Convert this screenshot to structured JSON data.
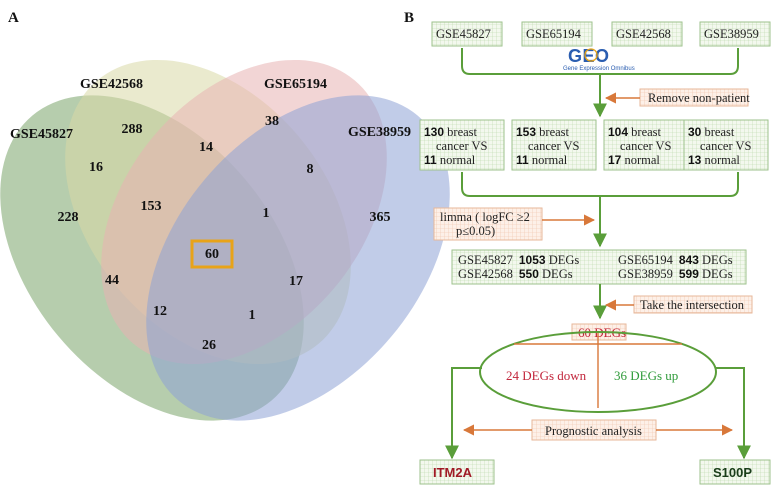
{
  "panel_a": {
    "label": "A",
    "sets": [
      "GSE45827",
      "GSE42568",
      "GSE65194",
      "GSE38959"
    ],
    "counts": {
      "only_gse45827": "228",
      "only_gse42568": "288",
      "only_gse65194": "38",
      "only_gse38959": "365",
      "gse45827_gse42568": "16",
      "gse42568_gse65194": "14",
      "gse65194_gse38959": "8",
      "gse45827_gse42568_gse65194": "153",
      "gse42568_gse65194_gse38959": "1",
      "all_four": "60",
      "gse45827_gse65194": "44",
      "gse42568_gse38959": "17",
      "gse45827_gse42568_gse38959": "12",
      "gse45827_gse65194_gse38959": "1",
      "gse45827_gse38959": "26"
    },
    "colors": {
      "gse45827": "#7aa46a",
      "gse42568": "#d9d9a6",
      "gse65194": "#e8b2b2",
      "gse38959": "#8ea2d6",
      "highlight": "#e8a318"
    }
  },
  "panel_b": {
    "label": "B",
    "datasets": [
      "GSE45827",
      "GSE65194",
      "GSE42568",
      "GSE38959"
    ],
    "geo_logo": {
      "big": "GEO",
      "small": "Gene Expression Omnibus"
    },
    "step_remove": "Remove non-patient",
    "samples": [
      {
        "cancer": "130",
        "line1": " breast",
        "line2": "cancer VS",
        "normal": "11",
        "line3": " normal"
      },
      {
        "cancer": "153",
        "line1": " breast",
        "line2": "cancer VS",
        "normal": "11",
        "line3": " normal"
      },
      {
        "cancer": "104",
        "line1": " breast",
        "line2": "cancer VS",
        "normal": "17",
        "line3": " normal"
      },
      {
        "cancer": "30",
        "line1": " breast",
        "line2": "cancer VS",
        "normal": "13",
        "line3": " normal"
      }
    ],
    "step_limma": {
      "line1": "limma ( logFC ≥2",
      "line2": "p≤0.05)"
    },
    "degs": [
      {
        "name": "GSE45827",
        "count": "1053",
        "suffix": " DEGs"
      },
      {
        "name": "GSE65194",
        "count": "843",
        "suffix": " DEGs"
      },
      {
        "name": "GSE42568",
        "count": "550",
        "suffix": " DEGs"
      },
      {
        "name": "GSE38959",
        "count": "599",
        "suffix": " DEGs"
      }
    ],
    "step_intersection": "Take the intersection",
    "oval": {
      "title": "60 DEGs",
      "down": "24 DEGs down",
      "up": "36 DEGs up"
    },
    "step_prognostic": "Prognostic analysis",
    "gene_down": "ITM2A",
    "gene_up": "S100P",
    "colors": {
      "box_fill": "#eef5e6",
      "box_border": "#9ec28c",
      "ann_fill": "#fbeae0",
      "ann_border": "#e7b79a",
      "green_line": "#5a9e3a",
      "orange_arrow": "#d8783a"
    }
  }
}
